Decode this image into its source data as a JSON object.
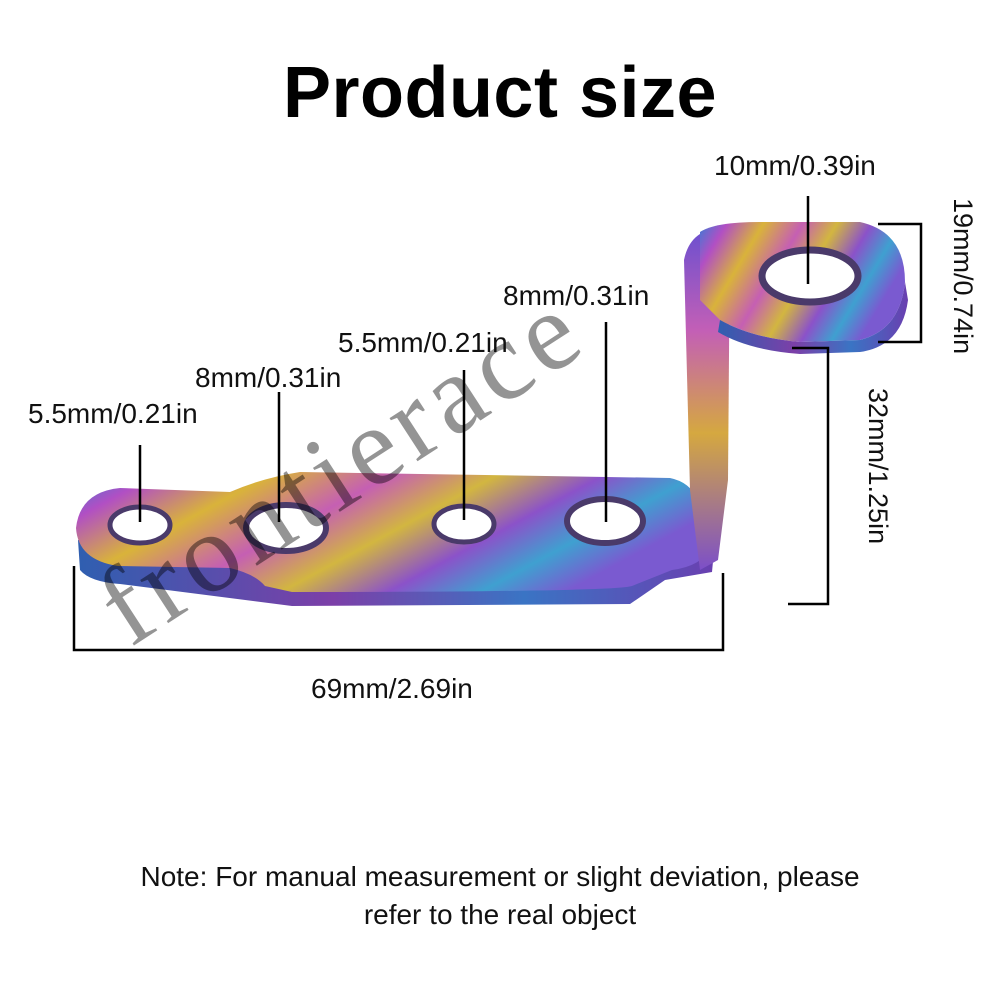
{
  "title": "Product size",
  "dimensions": {
    "hole_1": "5.5mm/0.21in",
    "hole_2": "8mm/0.31in",
    "hole_3": "5.5mm/0.21in",
    "hole_4": "8mm/0.31in",
    "top_hole": "10mm/0.39in",
    "tab_height": "19mm/0.74in",
    "rise_height": "32mm/1.25in",
    "total_length": "69mm/2.69in"
  },
  "watermark": "frontierace",
  "note": {
    "line1": "Note: For manual measurement or slight deviation, please",
    "line2": "refer to the real object"
  }
}
